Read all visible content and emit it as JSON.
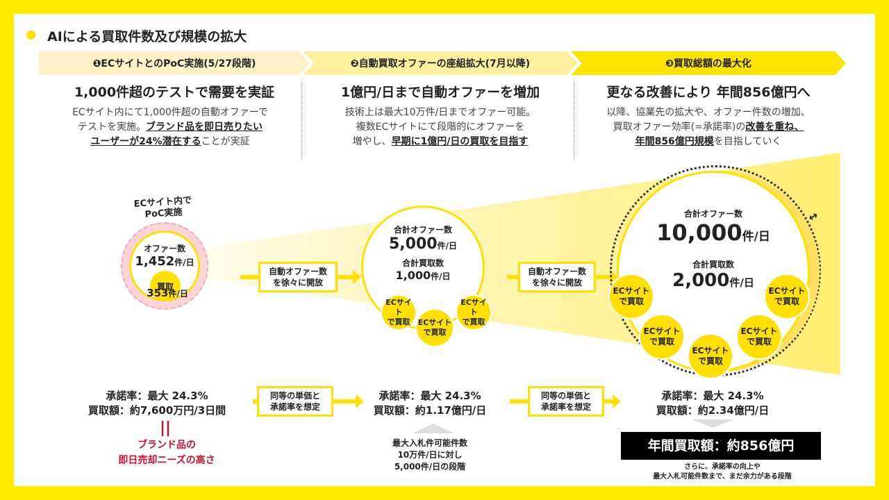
{
  "title": "AIによる買取件数及び規模の拡大",
  "phases": [
    {
      "label": "❶ECサイトとのPoC実施(5/27段階)",
      "headline": "1,000件超のテストで需要を実証",
      "desc_lines": [
        "ECサイト内にて1,000件超の自動オファーで",
        "テストを実施。",
        "ブランド品を即日売りたい",
        "ユーザーが24%潜在する",
        "ことが実証"
      ]
    },
    {
      "label": "❷自動買取オファーの座組拡大(7月以降)",
      "headline": "1億円/日まで自動オファーを増加",
      "desc_lines": [
        "技術上は最大10万件/日までオファー可能。",
        "複数ECサイトにて段階的にオファーを",
        "増やし、",
        "早期に1億円/日の買取を目指す"
      ]
    },
    {
      "label": "❸買取総額の最大化",
      "headline": "更なる改善により 年間856億円へ",
      "desc_lines": [
        "以降、協業先の拡大や、オファー件数の増加、",
        "買取オファー効率(=承諾率)の",
        "改善を重ね、",
        "年間856億円規模",
        "を目指していく"
      ]
    }
  ],
  "stage1": {
    "caption": [
      "ECサイト内で",
      "PoC実施"
    ],
    "offer_label": "オファー数",
    "offer_value": "1,452",
    "offer_unit": "件/日",
    "buy_label": "買取",
    "buy_value": "353",
    "buy_unit": "件/日"
  },
  "stage2": {
    "offer_label": "合計オファー数",
    "offer_value": "5,000",
    "offer_unit": "件/日",
    "buy_label": "合計買取数",
    "buy_value": "1,000",
    "buy_unit": "件/日",
    "ec_label": [
      "ECサイト",
      "で買取"
    ]
  },
  "stage3": {
    "offer_label": "合計オファー数",
    "offer_value": "10,000",
    "offer_unit": "件/日",
    "buy_label": "合計買取数",
    "buy_value": "2,000",
    "buy_unit": "件/日",
    "ec_label": [
      "ECサイト",
      "で買取"
    ]
  },
  "arrows": {
    "expand": [
      "自動オファー数",
      "を徐々に開放"
    ],
    "assume": [
      "同等の単価と",
      "承諾率を想定"
    ]
  },
  "stats": {
    "s1": [
      "承諾率：最大 24.3%",
      "買取額：約7,600万円/3日間"
    ],
    "s2": [
      "承諾率：最大 24.3%",
      "買取額：約1.17億円/日"
    ],
    "s3": [
      "承諾率：最大 24.3%",
      "買取額：約2.34億円/日"
    ]
  },
  "equals": "||",
  "brand_need": [
    "ブランド品の",
    "即日売却ニーズの高さ"
  ],
  "limit_note": [
    "最大入札件可能件数",
    "10万件/日に対し",
    "5,000件/日の段階"
  ],
  "annual": "年間買取額：約856億円",
  "annual_note": [
    "さらに、承諾率の向上や",
    "最大入札可能件数まで、まだ余力がある段階"
  ],
  "colors": {
    "accent": "#FFE000",
    "frame": "#FFEB00",
    "brand_red": "#C8102E",
    "pink": "#F9D5DA"
  }
}
